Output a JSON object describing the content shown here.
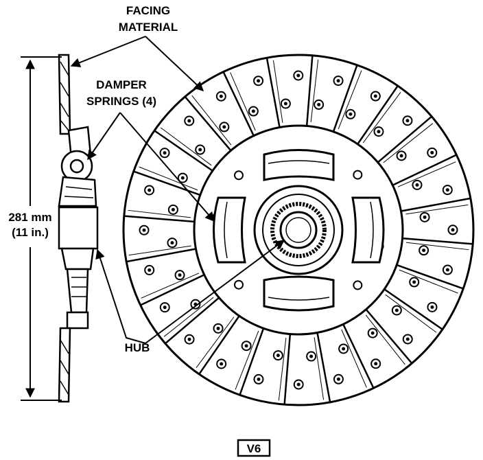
{
  "labels": {
    "facing_line1": "FACING",
    "facing_line2": "MATERIAL",
    "damper_line1": "DAMPER",
    "damper_line2": "SPRINGS (4)",
    "hub": "HUB",
    "dim_mm": "281 mm",
    "dim_in": "(11 in.)",
    "badge": "V6"
  },
  "colors": {
    "ink": "#000000",
    "paper": "#ffffff"
  }
}
